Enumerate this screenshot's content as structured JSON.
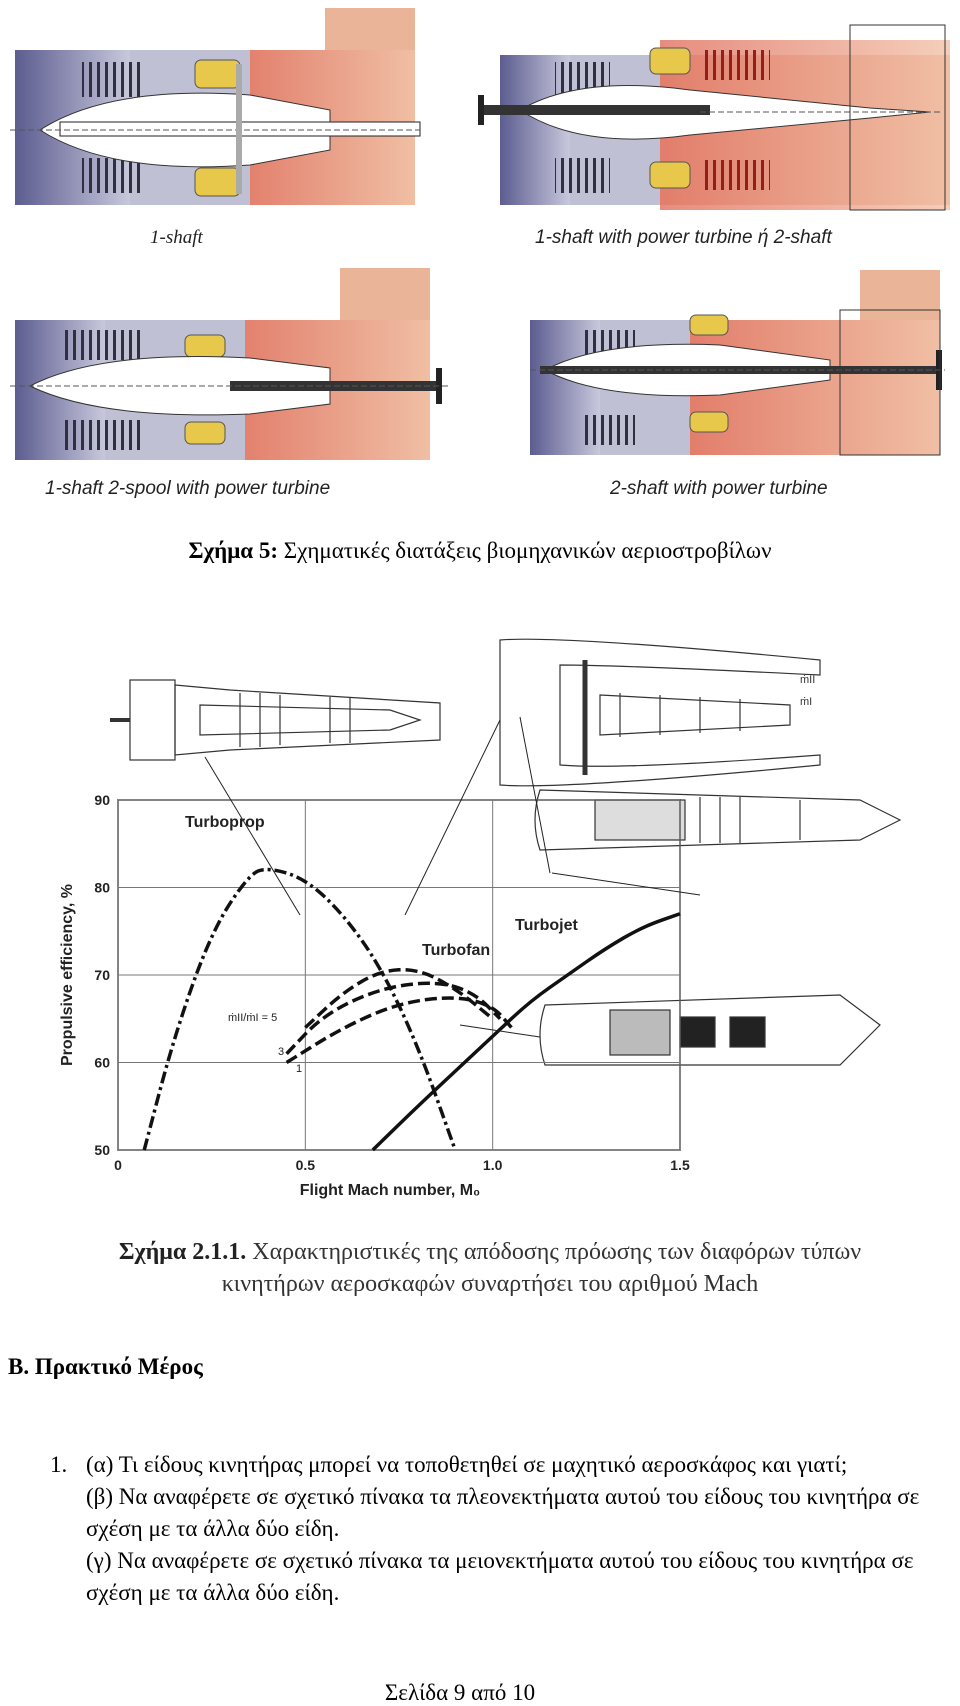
{
  "figure5": {
    "labels": {
      "one_shaft": "1-shaft",
      "one_shaft_power_turbine": "1-shaft with power turbine ή 2-shaft",
      "one_shaft_two_spool": "1-shaft 2-spool with power turbine",
      "two_shaft_power_turbine": "2-shaft with power turbine"
    },
    "caption_prefix": "Σχήμα 5:",
    "caption_text": " Σχηματικές διατάξεις βιομηχανικών αεριοστροβίλων"
  },
  "figure211": {
    "caption_number": "Σχήμα 2.1.1.",
    "caption_line1": " Χαρακτηριστικές της απόδοσης πρόωσης των διαφόρων τύπων",
    "caption_line2": "κινητήρων αεροσκαφών συναρτήσει του αριθμού Mach"
  },
  "chart_data": {
    "type": "line",
    "xlabel": "Flight Mach number, M₀",
    "ylabel": "Propulsive efficiency, %",
    "xlim": [
      0,
      1.5
    ],
    "ylim": [
      50,
      90
    ],
    "x_ticks": [
      "0",
      "0.5",
      "1.0",
      "1.5"
    ],
    "y_ticks": [
      "50",
      "60",
      "70",
      "80",
      "90"
    ],
    "grid": true,
    "series": [
      {
        "name": "Turboprop",
        "style": "dash-dot",
        "points": [
          [
            0.07,
            50
          ],
          [
            0.15,
            63
          ],
          [
            0.25,
            75
          ],
          [
            0.35,
            81.5
          ],
          [
            0.4,
            82.3
          ],
          [
            0.5,
            81
          ],
          [
            0.6,
            77
          ],
          [
            0.7,
            71
          ],
          [
            0.8,
            62
          ],
          [
            0.9,
            50
          ]
        ]
      },
      {
        "name": "Turbofan",
        "label": "ṁII/ṁI = 5",
        "style": "dashed",
        "points": [
          [
            0.5,
            64
          ],
          [
            0.6,
            68
          ],
          [
            0.7,
            70.5
          ],
          [
            0.8,
            70.7
          ],
          [
            0.9,
            68.5
          ],
          [
            1.0,
            65
          ]
        ]
      },
      {
        "name": "Turbofan",
        "label": "3",
        "style": "dashed",
        "points": [
          [
            0.45,
            61
          ],
          [
            0.55,
            65.5
          ],
          [
            0.7,
            68.5
          ],
          [
            0.85,
            69.3
          ],
          [
            0.95,
            68
          ],
          [
            1.02,
            65
          ]
        ]
      },
      {
        "name": "Turbofan",
        "label": "1",
        "style": "dashed",
        "points": [
          [
            0.45,
            60
          ],
          [
            0.6,
            64
          ],
          [
            0.75,
            66.8
          ],
          [
            0.9,
            67.6
          ],
          [
            1.0,
            66.5
          ],
          [
            1.05,
            64
          ]
        ]
      },
      {
        "name": "Turbojet",
        "style": "solid",
        "points": [
          [
            0.68,
            50
          ],
          [
            0.8,
            55
          ],
          [
            0.9,
            59
          ],
          [
            1.0,
            63
          ],
          [
            1.1,
            67
          ],
          [
            1.2,
            70
          ],
          [
            1.3,
            73
          ],
          [
            1.4,
            75.5
          ],
          [
            1.5,
            77
          ]
        ]
      }
    ],
    "annotations": [
      "Turboprop",
      "Turbofan",
      "Turbojet",
      "ṁII/ṁI = 5",
      "3",
      "1"
    ]
  },
  "section": {
    "heading": "Β. Πρακτικό Μέρος"
  },
  "question": {
    "number": "1.",
    "part_a": "(α) Τι είδους κινητήρας μπορεί να τοποθετηθεί σε μαχητικό αεροσκάφος και γιατί;",
    "part_b": "(β) Να αναφέρετε σε σχετικό πίνακα τα πλεονεκτήματα αυτού του είδους του κινητήρα σε σχέση με  τα άλλα δύο είδη.",
    "part_c": "(γ) Να αναφέρετε σε σχετικό πίνακα τα μειονεκτήματα αυτού του είδους του κινητήρα σε σχέση με  τα άλλα δύο είδη."
  },
  "footer": {
    "page_number": "Σελίδα 9 από 10"
  },
  "colors": {
    "inlet_blue": "#6a6a9c",
    "exhaust_orange": "#e8a888",
    "combustor_yellow": "#e8c84a",
    "hot_red": "#b84a3a"
  }
}
